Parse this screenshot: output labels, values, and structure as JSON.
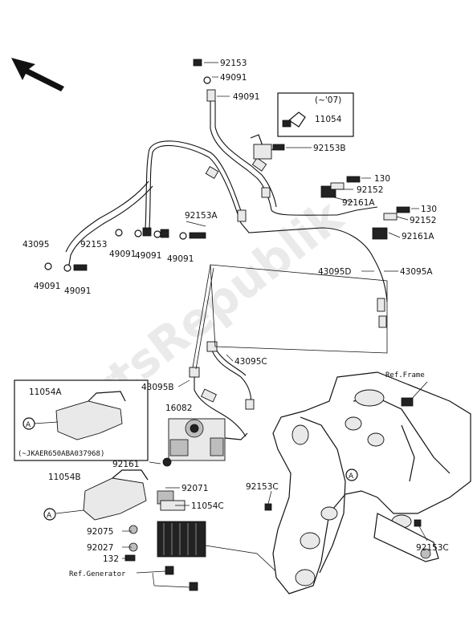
{
  "watermark": "PartsRepublik",
  "inset_top": {
    "label": "(~'07)",
    "part": "11054"
  },
  "inset_left": {
    "part": "11054A",
    "note": "(~JKAER650ABA037968)",
    "ref": "A"
  },
  "ref_frame": "Ref.Frame",
  "ref_generator": "Ref.Generator",
  "circle_refs": [
    "A",
    "A",
    "A"
  ],
  "labels": {
    "l92153_top": "92153",
    "l49091_a": "49091",
    "l49091_b": "49091",
    "l11054": "11054",
    "l92153B": "92153B",
    "l130_a": "130",
    "l92152_a": "92152",
    "l92161A_a": "92161A",
    "l130_b": "130",
    "l92152_b": "92152",
    "l92161A_b": "92161A",
    "l92153A": "92153A",
    "l43095": "43095",
    "l92153_mid": "92153",
    "l49091_c": "49091",
    "l49091_d": "49091",
    "l49091_e": "49091",
    "l49091_f": "49091",
    "l49091_g": "49091",
    "l43095D": "43095D",
    "l43095A": "43095A",
    "l43095C": "43095C",
    "l43095B": "43095B",
    "l16082": "16082",
    "l92161": "92161",
    "l11054B": "11054B",
    "l92071": "92071",
    "l11054C": "11054C",
    "l92153C_a": "92153C",
    "l92075": "92075",
    "l92027": "92027",
    "l132": "132",
    "l92153C_b": "92153C"
  }
}
